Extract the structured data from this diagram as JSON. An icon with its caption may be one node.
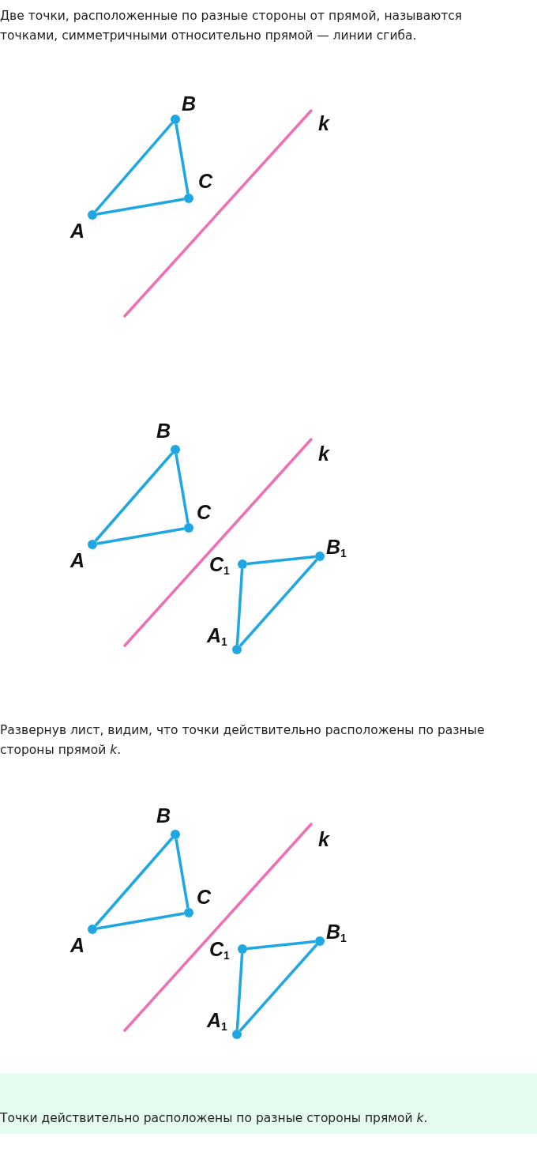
{
  "diagram": {
    "nodes": [
      {
        "text": [],
        "shape": "circle",
        "beside": [
          "A"
        ]
      },
      {
        "text": [],
        "shape": "circle",
        "beside": [
          "B"
        ]
      },
      {
        "text": [],
        "shape": "circle",
        "beside": [
          "C"
        ]
      },
      {
        "text": [],
        "shape": "circle",
        "beside": [
          "A"
        ]
      },
      {
        "text": [],
        "shape": "circle",
        "beside": [
          "B"
        ]
      },
      {
        "text": [],
        "shape": "circle",
        "beside": [
          "C"
        ]
      },
      {
        "text": [],
        "shape": "circle",
        "beside": [
          "A$_{1}$"
        ]
      },
      {
        "text": [],
        "shape": "circle",
        "beside": [
          "B$_{1}$"
        ]
      },
      {
        "text": [],
        "shape": "circle",
        "beside": [
          "C$_{1}$"
        ]
      },
      {
        "text": [],
        "shape": "circle",
        "beside": [
          "A"
        ]
      },
      {
        "text": [],
        "shape": "circle",
        "beside": [
          "B"
        ]
      },
      {
        "text": [],
        "shape": "circle",
        "beside": [
          "C"
        ]
      },
      {
        "text": [],
        "shape": "circle",
        "beside": [
          "A$_{1}$"
        ]
      },
      {
        "text": [],
        "shape": "circle",
        "beside": [
          "B$_{1}$"
        ]
      },
      {
        "text": [],
        "shape": "circle",
        "beside": [
          "C$_{1}$"
        ]
      }
    ],
    "edges": [
      {
        "from": 0,
        "to": 1,
        "arrow": "none"
      },
      {
        "from": 1,
        "to": 2,
        "arrow": "none"
      },
      {
        "from": 2,
        "to": 0,
        "arrow": "none"
      },
      {
        "from": 3,
        "to": 4,
        "arrow": "none"
      },
      {
        "from": 4,
        "to": 5,
        "arrow": "none"
      },
      {
        "from": 5,
        "to": 3,
        "arrow": "none"
      },
      {
        "from": 6,
        "to": 7,
        "arrow": "none"
      },
      {
        "from": 7,
        "to": 8,
        "arrow": "none"
      },
      {
        "from": 8,
        "to": 6,
        "arrow": "none"
      },
      {
        "from": 9,
        "to": 10,
        "arrow": "none"
      },
      {
        "from": 10,
        "to": 11,
        "arrow": "none"
      },
      {
        "from": 11,
        "to": 9,
        "arrow": "none"
      },
      {
        "from": 12,
        "to": 13,
        "arrow": "none"
      },
      {
        "from": 13,
        "to": 14,
        "arrow": "none"
      },
      {
        "from": 14,
        "to": 12,
        "arrow": "none"
      }
    ],
    "labels": [
      "Две точки, расположенные по разные стороны от прямой, называются точками, симметричными относительно прямой — линии сгиба.",
      "k",
      "k",
      "Развернув лист, видим, что точки действительно расположены по разные стороны прямой *k*.",
      "k",
      "Точки действительно расположены по разные стороны прямой *k*."
    ]
  }
}
